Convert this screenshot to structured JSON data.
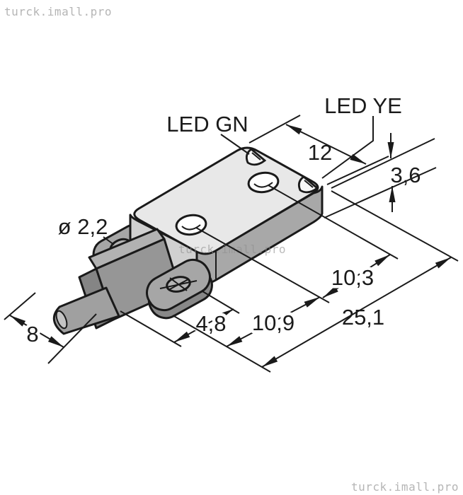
{
  "watermark": {
    "text": "turck.imall.pro"
  },
  "labels": {
    "led_green": "LED GN",
    "led_yellow": "LED YE",
    "cable_diameter": "ø 2,2"
  },
  "dims": {
    "body_width": "12",
    "body_thickness": "3,6",
    "hole_offset_right": "10,3",
    "hole_spacing": "10,9",
    "front_edge_offset": "4,8",
    "total_length": "25,1",
    "clamp_width": "8"
  },
  "colors": {
    "line": "#1a1a1a",
    "body_top": "#e8e8e8",
    "body_side": "#a8a8a8",
    "body_end": "#d0d0d0",
    "block": "#969696",
    "block_dark": "#858585",
    "block_light": "#b2b2b2",
    "ear": "#a6a6a6",
    "ear_side": "#888888",
    "hole": "#b4b4b4",
    "cable": "#a0a0a0",
    "cable_cap": "#c4c4c4",
    "watermark": "#b5b5b5"
  }
}
